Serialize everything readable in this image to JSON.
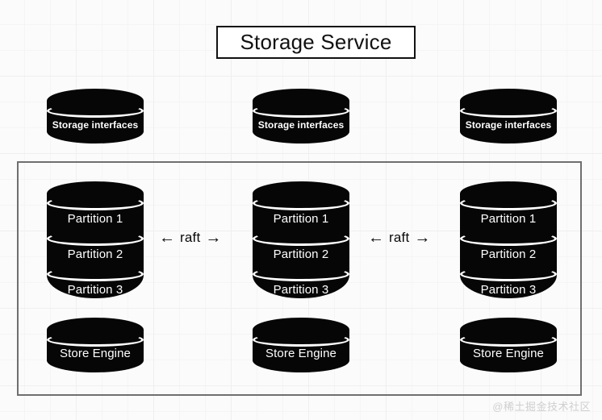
{
  "diagram": {
    "title": "Storage Service",
    "watermark": "@稀土掘金技术社区",
    "colors": {
      "cylinder_fill": "#060606",
      "cylinder_text": "#ffffff",
      "frame_border": "#6f6f6f",
      "title_border": "#111111",
      "canvas_background": "#fbfbfb",
      "grid_line": "#efefef",
      "watermark_text": "#cfcfcf"
    },
    "interface_row": [
      {
        "label": "Storage interfaces"
      },
      {
        "label": "Storage interfaces"
      },
      {
        "label": "Storage interfaces"
      }
    ],
    "partition_nodes": [
      {
        "partitions": [
          "Partition 1",
          "Partition 2",
          "Partition 3"
        ]
      },
      {
        "partitions": [
          "Partition 1",
          "Partition 2",
          "Partition 3"
        ]
      },
      {
        "partitions": [
          "Partition 1",
          "Partition 2",
          "Partition 3"
        ]
      }
    ],
    "engine_row": [
      {
        "label": "Store Engine"
      },
      {
        "label": "Store Engine"
      },
      {
        "label": "Store Engine"
      }
    ],
    "connectors": [
      {
        "label": "raft",
        "left_arrow": "←",
        "right_arrow": "→"
      },
      {
        "label": "raft",
        "left_arrow": "←",
        "right_arrow": "→"
      }
    ]
  }
}
